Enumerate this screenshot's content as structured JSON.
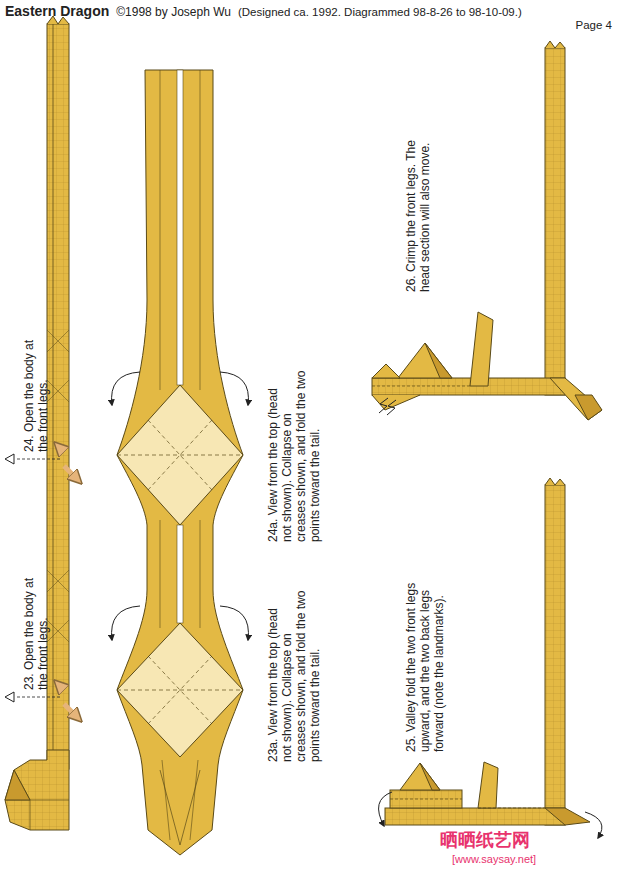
{
  "diagram": {
    "title": "Eastern Dragon",
    "labels": [
      "©1998 by Joseph Wu",
      "(Designed ca. 1992. Diagrammed 98-8-26 to 98-10-09.)",
      "Page 4",
      "24. Open the body at the front legs.",
      "23. Open the body at the front legs.",
      "24a. View from the top (head not shown). Collapse on creases shown, and fold the two points toward the tail.",
      "23a. View from the top (head not shown). Collapse on creases shown, and fold the two points toward the tail.",
      "26. Crimp the front legs. The head section will also move.",
      "25. Valley fold the two front legs upward, and the two back legs forward (note the landmarks).",
      "晒晒纸艺网",
      "[www.saysay.net]"
    ]
  }
}
